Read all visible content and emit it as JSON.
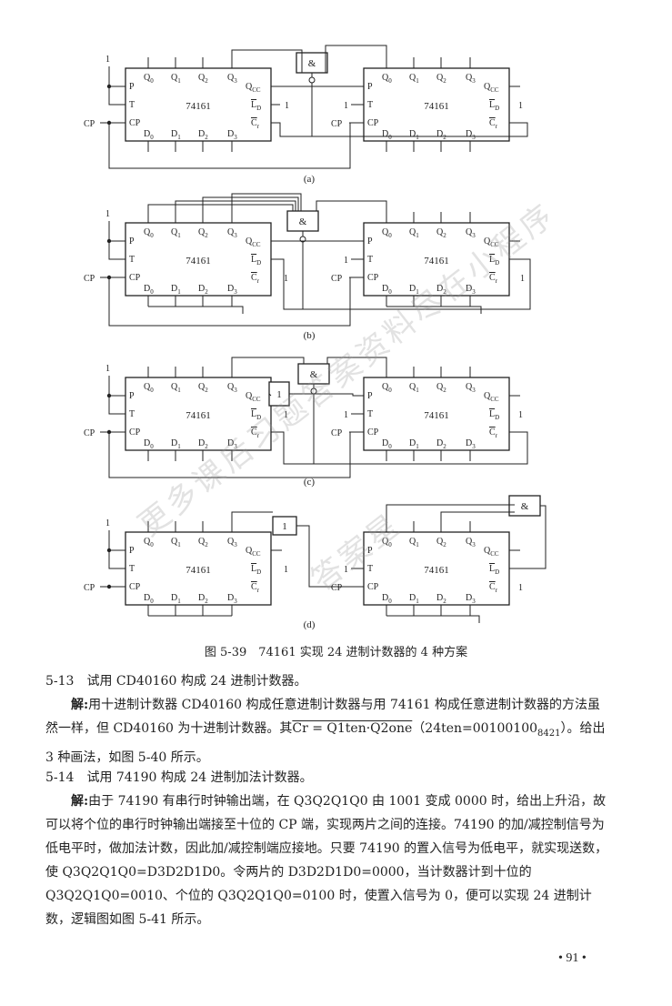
{
  "figure": {
    "chip_label": "74161",
    "subcaptions": [
      "(a)",
      "(b)",
      "(c)",
      "(d)"
    ],
    "gate_and": "&",
    "gate_not": "1",
    "pin_p": "P",
    "pin_t": "T",
    "pin_cp": "CP",
    "pin_qcc": "Q",
    "pin_qcc_sub": "CC",
    "pin_ld": "L",
    "pin_ld_sub": "D",
    "pin_cr": "C",
    "pin_cr_sub": "r",
    "q_pins": [
      "Q0",
      "Q1",
      "Q2",
      "Q3"
    ],
    "d_pins": [
      "D0",
      "D1",
      "D2",
      "D3"
    ],
    "const_one": "1",
    "clock_label": "CP",
    "caption": "图 5-39　74161 实现 24 进制计数器的 4 种方案"
  },
  "watermark": {
    "line1": "更多课后习题答案资料尽在小程序",
    "line2": "答案星"
  },
  "section_513": {
    "heading": "5-13　试用 CD40160 构成 24 进制计数器。",
    "label": "解:",
    "body_a": "用十进制计数器 CD40160 构成任意进制计数器与用 74161 构成任意进制计数器的方法虽然一样，但 CD40160 为十进制计数器。其",
    "formula": "Cr = Q1ten·Q2one",
    "formula_note": "（24ten=00100100",
    "formula_note_sub": "8421",
    "body_b": "）。给出 3 种画法，如图 5-40 所示。"
  },
  "section_514": {
    "heading": "5-14　试用 74190 构成 24 进制加法计数器。",
    "label": "解:",
    "body": "由于 74190 有串行时钟输出端，在 Q3Q2Q1Q0 由 1001 变成 0000 时，给出上升沿，故可以将个位的串行时钟输出端接至十位的 CP 端，实现两片之间的连接。74190 的加/减控制信号为低电平时，做加法计数，因此加/减控制端应接地。只要 74190 的置入信号为低电平，就实现送数，使 Q3Q2Q1Q0=D3D2D1D0。令两片的 D3D2D1D0=0000，当计数器计到十位的 Q3Q2Q1Q0=0010、个位的 Q3Q2Q1Q0=0100 时，使置入信号为 0，便可以实现 24 进制计数，逻辑图如图 5-41 所示。"
  },
  "page_number": "• 91 •"
}
